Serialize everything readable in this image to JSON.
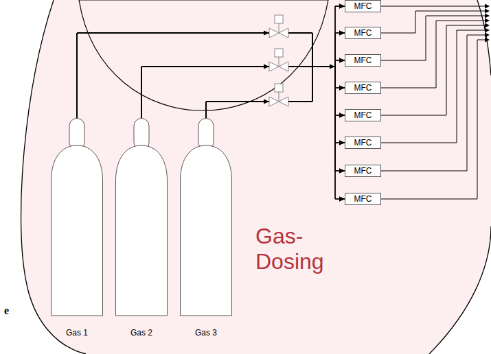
{
  "diagram": {
    "nodes": [
      {
        "text": [
          "Gas-Dosing"
        ]
      },
      {
        "text": [
          "Gas 1"
        ],
        "in": 0
      },
      {
        "text": [
          "Gas 2"
        ],
        "in": 0
      },
      {
        "text": [
          "Gas 3"
        ],
        "in": 0
      },
      {
        "text": [
          "MFC"
        ],
        "in": 0
      },
      {
        "text": [
          "MFC"
        ],
        "in": 0
      },
      {
        "text": [
          "MFC"
        ],
        "in": 0
      },
      {
        "text": [
          "MFC"
        ],
        "in": 0
      },
      {
        "text": [
          "MFC"
        ],
        "in": 0
      },
      {
        "text": [
          "MFC"
        ],
        "in": 0
      },
      {
        "text": [
          "MFC"
        ],
        "in": 0
      },
      {
        "text": [
          "MFC"
        ],
        "in": 0
      }
    ],
    "edges": [
      {
        "from": 1,
        "to": 4,
        "arrow": "to"
      },
      {
        "from": 1,
        "to": 5,
        "arrow": "to"
      },
      {
        "from": 1,
        "to": 6,
        "arrow": "to"
      },
      {
        "from": 1,
        "to": 7,
        "arrow": "to"
      },
      {
        "from": 1,
        "to": 8,
        "arrow": "to"
      },
      {
        "from": 1,
        "to": 9,
        "arrow": "to"
      },
      {
        "from": 1,
        "to": 10,
        "arrow": "to"
      },
      {
        "from": 1,
        "to": 11,
        "arrow": "to"
      },
      {
        "from": 2,
        "to": 4,
        "arrow": "to"
      },
      {
        "from": 2,
        "to": 5,
        "arrow": "to"
      },
      {
        "from": 2,
        "to": 6,
        "arrow": "to"
      },
      {
        "from": 2,
        "to": 7,
        "arrow": "to"
      },
      {
        "from": 2,
        "to": 8,
        "arrow": "to"
      },
      {
        "from": 2,
        "to": 9,
        "arrow": "to"
      },
      {
        "from": 2,
        "to": 10,
        "arrow": "to"
      },
      {
        "from": 2,
        "to": 11,
        "arrow": "to"
      },
      {
        "from": 3,
        "to": 4,
        "arrow": "to"
      },
      {
        "from": 3,
        "to": 5,
        "arrow": "to"
      },
      {
        "from": 3,
        "to": 6,
        "arrow": "to"
      },
      {
        "from": 3,
        "to": 7,
        "arrow": "to"
      },
      {
        "from": 3,
        "to": 8,
        "arrow": "to"
      },
      {
        "from": 3,
        "to": 9,
        "arrow": "to"
      },
      {
        "from": 3,
        "to": 10,
        "arrow": "to"
      },
      {
        "from": 3,
        "to": 11,
        "arrow": "to"
      }
    ],
    "labels": [
      "e"
    ]
  }
}
